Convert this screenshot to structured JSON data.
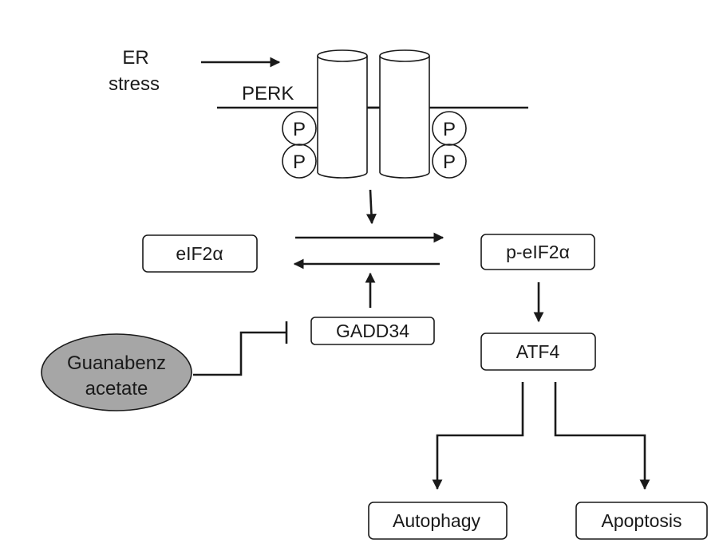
{
  "diagram": {
    "er_stress": [
      "ER",
      "stress"
    ],
    "receptor": "PERK",
    "phospho": "P",
    "eif2a": "eIF2α",
    "p_eif2a": "p-eIF2α",
    "gadd34": "GADD34",
    "atf4": "ATF4",
    "drug": [
      "Guanabenz",
      "acetate"
    ],
    "autophagy": "Autophagy",
    "apoptosis": "Apoptosis",
    "colors": {
      "ink": "#1a1a1a",
      "drug_fill": "#a6a6a6",
      "background": "#ffffff"
    }
  }
}
